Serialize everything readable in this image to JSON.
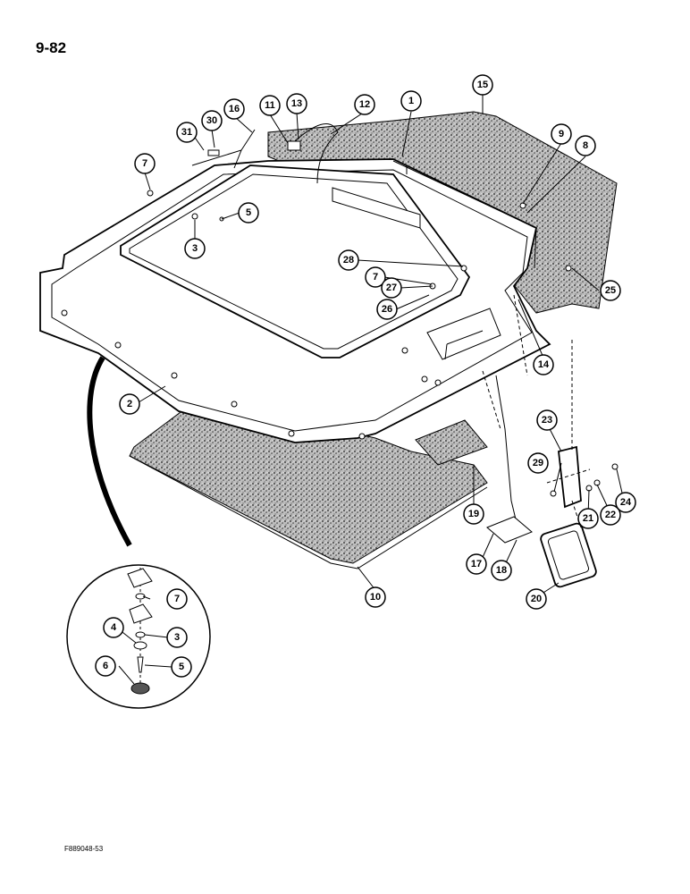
{
  "page_number": "9-82",
  "figure_code": "F889048-53",
  "callouts": {
    "c1": "1",
    "c2": "2",
    "c3a": "3",
    "c3b": "3",
    "c4": "4",
    "c5a": "5",
    "c5b": "5",
    "c6": "6",
    "c7a": "7",
    "c7b": "7",
    "c7c": "7",
    "c8": "8",
    "c9": "9",
    "c10": "10",
    "c11": "11",
    "c12": "12",
    "c13": "13",
    "c14": "14",
    "c15": "15",
    "c16": "16",
    "c17": "17",
    "c18": "18",
    "c19": "19",
    "c20": "20",
    "c21": "21",
    "c22": "22",
    "c23": "23",
    "c24": "24",
    "c25": "25",
    "c26": "26",
    "c27": "27",
    "c28": "28",
    "c29": "29",
    "c30": "30",
    "c31": "31"
  },
  "colors": {
    "ink": "#000000",
    "paper": "#ffffff",
    "insulation": "#9a9a9a"
  }
}
